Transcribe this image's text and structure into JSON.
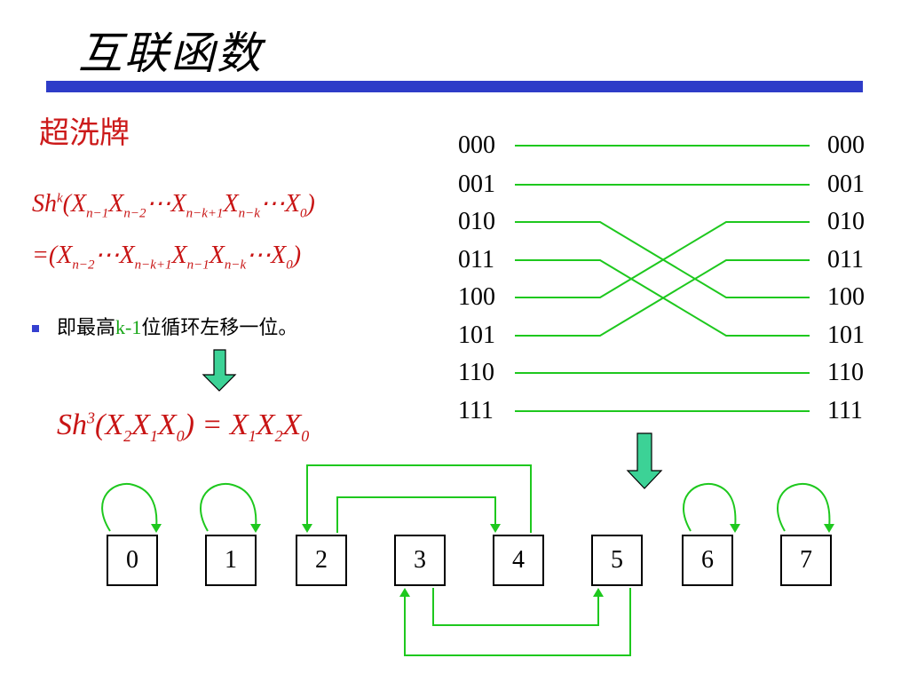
{
  "slide": {
    "title": "互联函数",
    "subtitle": "超洗牌",
    "bullet_text_before": "即最高",
    "bullet_text_highlight": "k-1",
    "bullet_text_after": "位循环左移一位。"
  },
  "formula": {
    "line1_prefix": "Sh",
    "line1_k": "k",
    "eq": "="
  },
  "shuffle_labels": [
    "000",
    "001",
    "010",
    "011",
    "100",
    "101",
    "110",
    "111"
  ],
  "nodes": [
    "0",
    "1",
    "2",
    "3",
    "4",
    "5",
    "6",
    "7"
  ],
  "colors": {
    "title_bar": "#2e3cc8",
    "formula_red": "#c81414",
    "line_green": "#1ec81e",
    "arrow_fill": "#3cd296",
    "bullet_marker": "#3540d0"
  },
  "icons": [
    "down-arrow-icon"
  ]
}
